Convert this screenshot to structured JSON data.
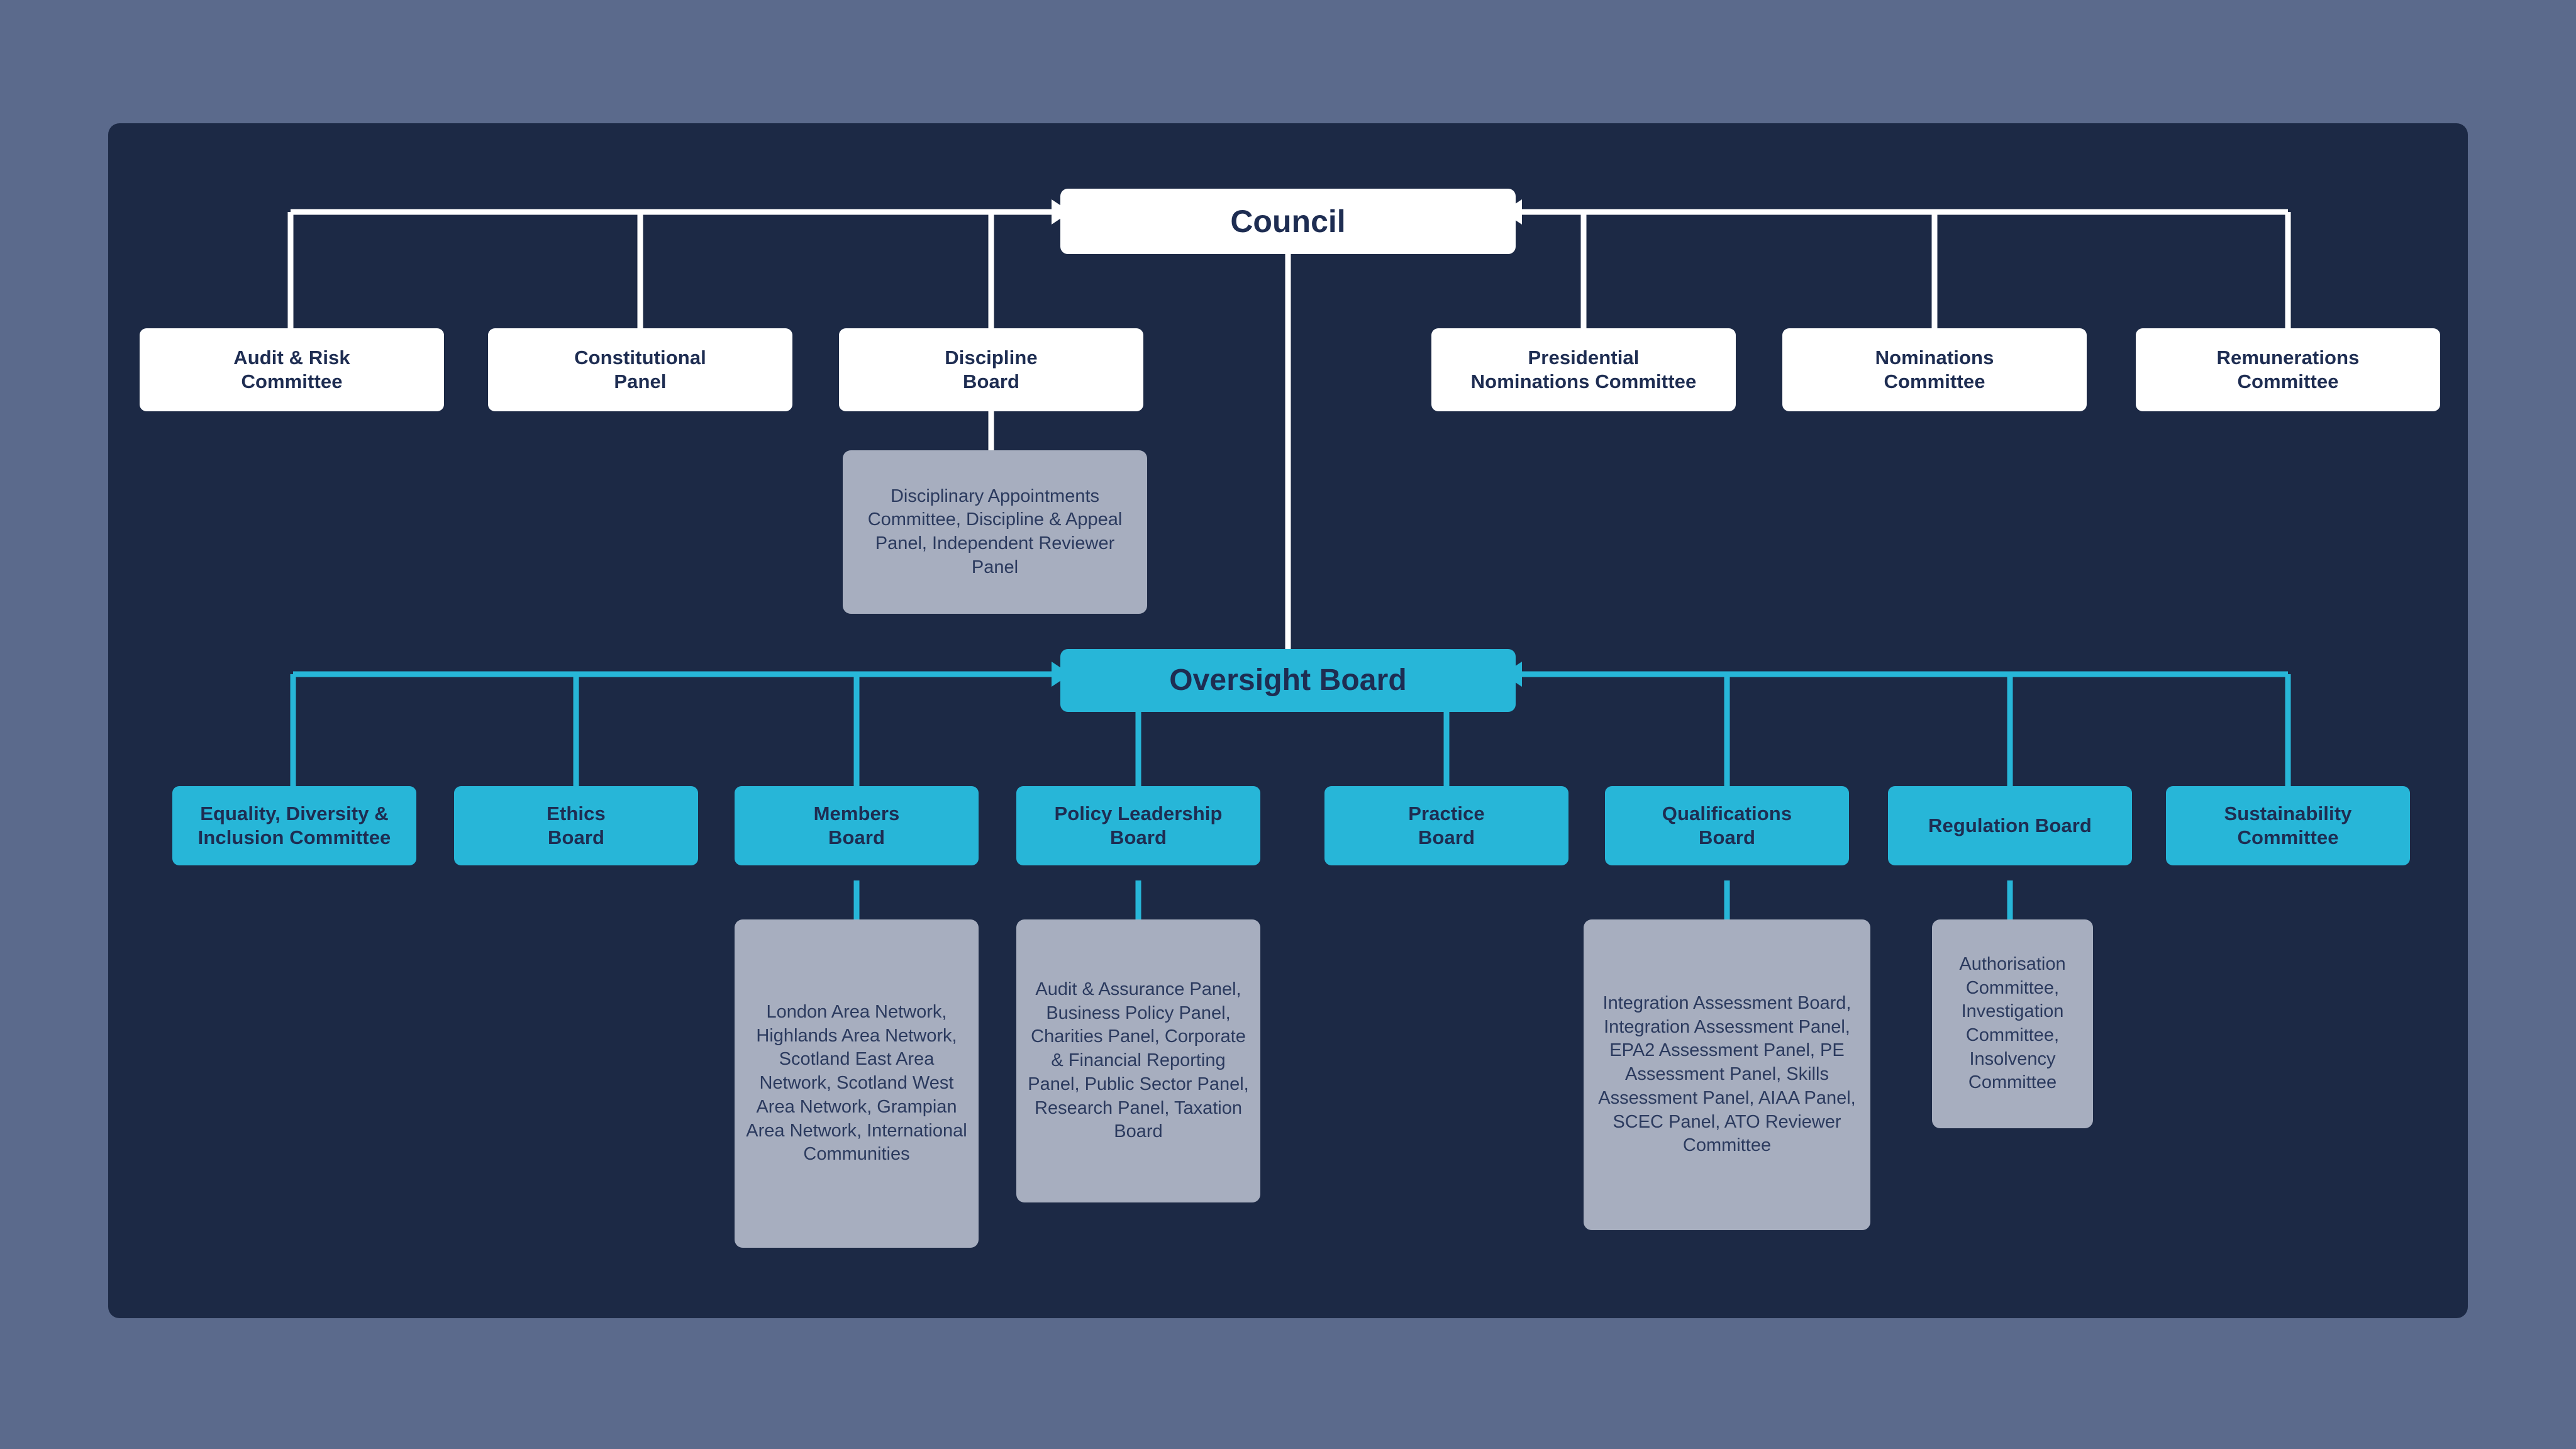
{
  "meta": {
    "title": "Governance Structure",
    "colors": {
      "page_background": "#5b6a8c",
      "canvas": "#1c2945",
      "white_node": "#ffffff",
      "cyan_node": "#27b6d8",
      "grey_node": "#a7aebf",
      "text_dark": "#1e2d52",
      "white_connector": "#ffffff",
      "cyan_connector": "#27b6d8"
    }
  },
  "root": {
    "label": "Council"
  },
  "council_children": [
    {
      "id": "audit-risk-committee",
      "label": "Audit & Risk\nCommittee"
    },
    {
      "id": "constitutional-panel",
      "label": "Constitutional\nPanel"
    },
    {
      "id": "discipline-board",
      "label": "Discipline\nBoard"
    },
    {
      "id": "presidential-nominations-committee",
      "label": "Presidential\nNominations Committee"
    },
    {
      "id": "nominations-committee",
      "label": "Nominations\nCommittee"
    },
    {
      "id": "remunerations-committee",
      "label": "Remunerations\nCommittee"
    }
  ],
  "council_subpanels": [
    {
      "id": "discipline-board-subpanel",
      "parent": "discipline-board",
      "label": "Disciplinary Appointments Committee, Discipline & Appeal Panel, Independent Reviewer Panel"
    }
  ],
  "oversight": {
    "label": "Oversight Board"
  },
  "oversight_children": [
    {
      "id": "equality-diversity-inclusion-committee",
      "label": "Equality, Diversity &\nInclusion Committee"
    },
    {
      "id": "ethics-board",
      "label": "Ethics\nBoard"
    },
    {
      "id": "members-board",
      "label": "Members\nBoard"
    },
    {
      "id": "policy-leadership-board",
      "label": "Policy Leadership\nBoard"
    },
    {
      "id": "practice-board",
      "label": "Practice\nBoard"
    },
    {
      "id": "qualifications-board",
      "label": "Qualifications\nBoard"
    },
    {
      "id": "regulation-board",
      "label": "Regulation Board"
    },
    {
      "id": "sustainability-committee",
      "label": "Sustainability\nCommittee"
    }
  ],
  "oversight_subpanels": [
    {
      "id": "members-board-subpanel",
      "parent": "members-board",
      "label": "London Area Network, Highlands Area Network, Scotland East Area Network, Scotland West Area Network, Grampian Area Network, International Communities"
    },
    {
      "id": "policy-leadership-board-subpanel",
      "parent": "policy-leadership-board",
      "label": "Audit & Assurance Panel, Business Policy Panel, Charities Panel, Corporate & Financial Reporting Panel, Public Sector Panel, Research Panel, Taxation Board"
    },
    {
      "id": "qualifications-board-subpanel",
      "parent": "qualifications-board",
      "label": "Integration Assessment Board, Integration Assessment Panel, EPA2 Assessment Panel, PE Assessment Panel, Skills Assessment Panel, AIAA Panel, SCEC Panel, ATO Reviewer Committee"
    },
    {
      "id": "regulation-board-subpanel",
      "parent": "regulation-board",
      "label": "Authorisation Committee, Investigation Committee, Insolvency Committee"
    }
  ]
}
